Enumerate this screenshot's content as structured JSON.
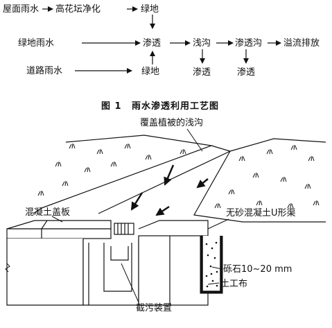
{
  "flow": {
    "roof_rain": "屋面雨水",
    "flower_bed": "高花坛净化",
    "green_top": "绿地",
    "green_rain": "绿地雨水",
    "road_rain": "道路雨水",
    "infiltration": "渗透",
    "swale": "浅沟",
    "inf_swale": "渗透沟",
    "overflow": "溢流排放",
    "green_bottom": "绿地",
    "swale_inf": "渗透",
    "inf_swale_inf": "渗透"
  },
  "caption": {
    "number": "图 1",
    "title": "雨水渗透利用工艺图"
  },
  "labels": {
    "vegetated_swale": "覆盖植被的浅沟",
    "concrete_cover": "混凝土盖板",
    "u_channel": "无砂混凝土U形渠",
    "gravel": "砾石10~20 mm",
    "geotextile": "土工布",
    "trap_device": "截污装置"
  },
  "colors": {
    "ink": "#111111",
    "background": "#ffffff"
  }
}
